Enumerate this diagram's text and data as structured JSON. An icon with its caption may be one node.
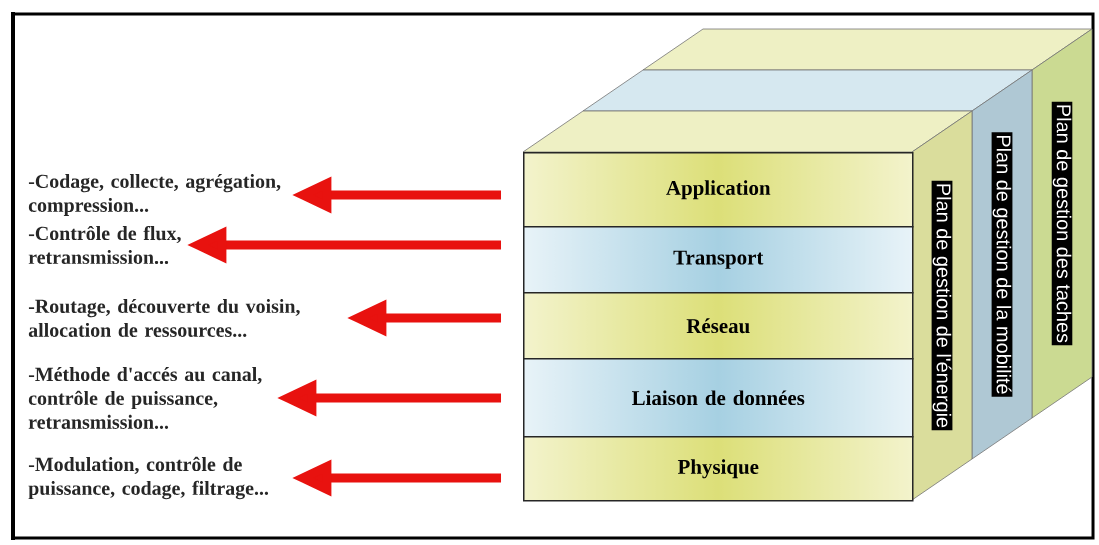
{
  "diagram": {
    "nodes": [
      {
        "text": [
          "Application"
        ]
      },
      {
        "text": [
          "Transport"
        ]
      },
      {
        "text": [
          "Réseau"
        ]
      },
      {
        "text": [
          "Liaison de données"
        ]
      },
      {
        "text": [
          "Physique"
        ]
      },
      {
        "text": [
          "Plan de gestion de l'énergie"
        ]
      },
      {
        "text": [
          "Plan de gestion de la mobilité"
        ]
      },
      {
        "text": [
          "Plan de gestion des taches"
        ]
      },
      {
        "text": [
          "-Codage, collecte, agrégation, compression..."
        ]
      },
      {
        "text": [
          "-Contrôle de flux, retransmission..."
        ]
      },
      {
        "text": [
          "-Routage, découverte du voisin, allocation de ressources..."
        ]
      },
      {
        "text": [
          "-Méthode d'accés au canal, contrôle de puissance, retransmission..."
        ]
      },
      {
        "text": [
          "-Modulation, contrôle de puissance, codage, filtrage..."
        ]
      }
    ],
    "edges": [
      {
        "from": 0,
        "to": 8,
        "arrow": "to"
      },
      {
        "from": 1,
        "to": 9,
        "arrow": "to"
      },
      {
        "from": 2,
        "to": 10,
        "arrow": "to"
      },
      {
        "from": 3,
        "to": 11,
        "arrow": "to"
      },
      {
        "from": 4,
        "to": 12,
        "arrow": "to"
      }
    ]
  }
}
